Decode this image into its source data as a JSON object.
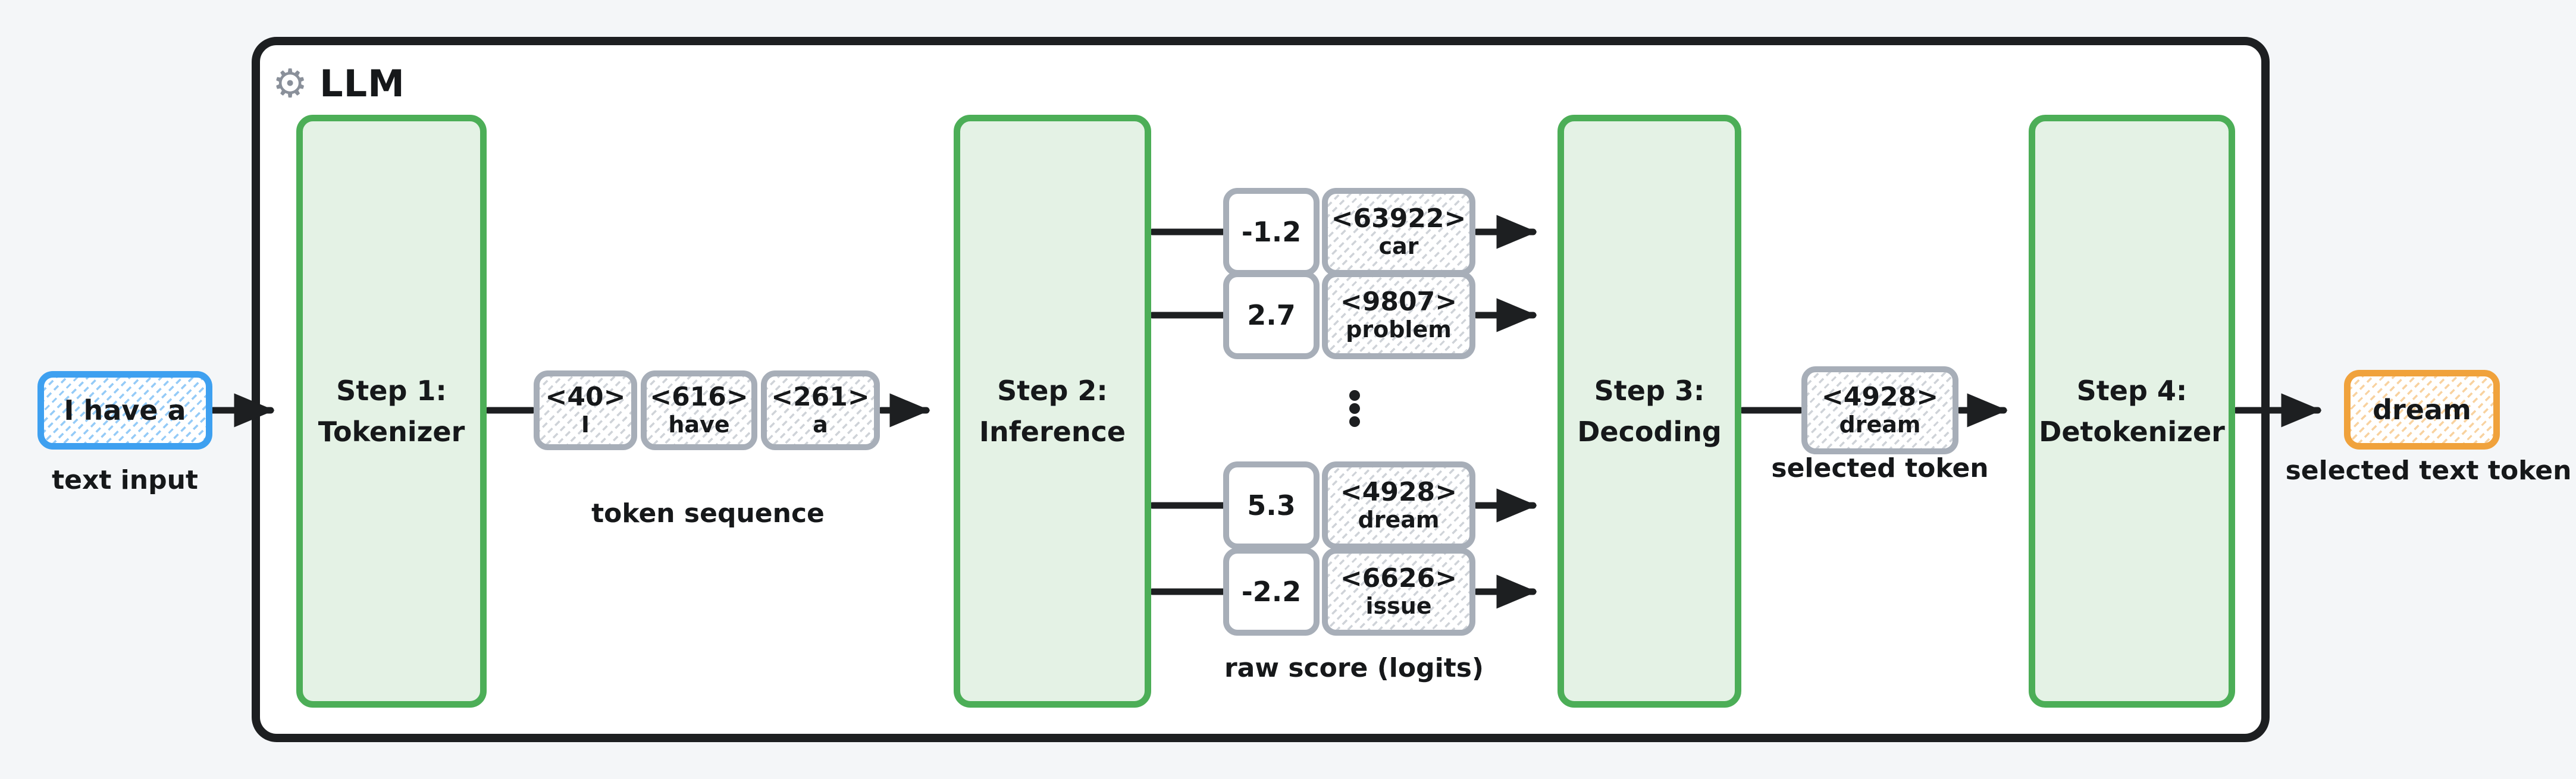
{
  "llm_container": {
    "title": "LLM",
    "gear_icon": "⚙"
  },
  "input": {
    "text": "I have a",
    "label": "text input"
  },
  "steps": [
    {
      "line1": "Step 1:",
      "line2": "Tokenizer"
    },
    {
      "line1": "Step 2:",
      "line2": "Inference"
    },
    {
      "line1": "Step 3:",
      "line2": "Decoding"
    },
    {
      "line1": "Step 4:",
      "line2": "Detokenizer"
    }
  ],
  "token_sequence": {
    "label": "token sequence",
    "tokens": [
      {
        "id": "<40>",
        "word": "I"
      },
      {
        "id": "<616>",
        "word": "have"
      },
      {
        "id": "<261>",
        "word": "a"
      }
    ]
  },
  "logits": {
    "label": "raw score (logits)",
    "rows": [
      {
        "score": "-1.2",
        "id": "<63922>",
        "word": "car"
      },
      {
        "score": "2.7",
        "id": "<9807>",
        "word": "problem"
      },
      {
        "score": "5.3",
        "id": "<4928>",
        "word": "dream"
      },
      {
        "score": "-2.2",
        "id": "<6626>",
        "word": "issue"
      }
    ]
  },
  "selected_token": {
    "id": "<4928>",
    "word": "dream",
    "label": "selected token"
  },
  "output": {
    "text": "dream",
    "label": "selected text token"
  },
  "colors": {
    "container_border": "#1d1f21",
    "step_border": "#4cae57",
    "step_fill": "#e4f2e5",
    "input_border": "#3ea0f0",
    "token_border": "#a7aeb8",
    "output_border": "#f0a23c",
    "page_background": "#f4f6f8"
  }
}
